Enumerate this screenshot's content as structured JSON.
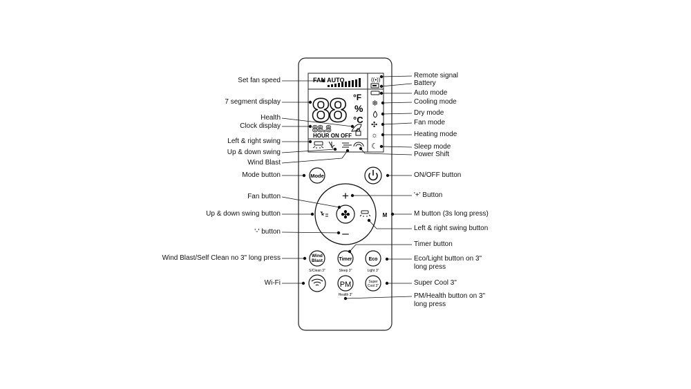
{
  "remote": {
    "lcd": {
      "fan_auto": "FAN AUTO",
      "temp_digits": "88",
      "unit_f": "°F",
      "unit_percent": "%",
      "unit_c": "°C",
      "clock_digits": "88.8",
      "hour_on_off": "HOUR ON OFF"
    },
    "buttons": {
      "mode": "Mode",
      "plus": "+",
      "minus": "–",
      "m": "M",
      "wind_blast_line1": "Wind",
      "wind_blast_line2": "Blast",
      "wind_blast_sub": "S/Clean 3\"",
      "timer": "Timer",
      "timer_sub": "Sleep 3\"",
      "eco": "Eco",
      "eco_sub": "Light 3\"",
      "super_cool_line1": "Super",
      "super_cool_line2": "Cool 3\"",
      "pm": "PM",
      "pm_sub": "Health 3\""
    }
  },
  "labels_left": {
    "set_fan_speed": "Set fan speed",
    "seven_segment": "7 segment display",
    "health": "Health",
    "clock_display": "Clock display",
    "lr_swing": "Left & right swing",
    "ud_swing": "Up & down swing",
    "wind_blast": "Wind Blast",
    "mode_button": "Mode button",
    "fan_button": "Fan button",
    "ud_swing_button": "Up & down swing button",
    "minus_button": "'-' button",
    "wind_blast_button": "Wind Blast/Self Clean no 3\" long press",
    "wifi": "Wi-Fi"
  },
  "labels_right": {
    "remote_signal": "Remote signal",
    "battery": "Battery",
    "auto_mode": "Auto mode",
    "cooling_mode": "Cooling mode",
    "dry_mode": "Dry mode",
    "fan_mode": "Fan mode",
    "heating_mode": "Heating mode",
    "sleep_mode": "Sleep mode",
    "power_shift": "Power Shift",
    "onoff_button": "ON/OFF button",
    "plus_button": "'+' Button",
    "m_button": "M button (3s long press)",
    "lr_swing_button": "Left & right swing button",
    "timer_button": "Timer button",
    "eco_line1": "Eco/Light button on 3\"",
    "eco_line2": "long press",
    "super_cool": "Super Cool 3\"",
    "pm_line1": "PM/Health button on 3\"",
    "pm_line2": "long press"
  }
}
